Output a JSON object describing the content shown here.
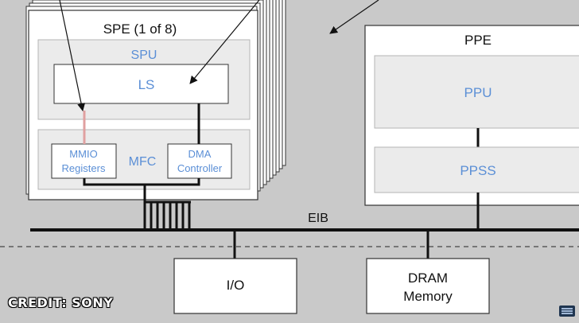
{
  "spe": {
    "title": "SPE (1 of 8)"
  },
  "spu": {
    "label": "SPU",
    "ls_label": "LS"
  },
  "mfc": {
    "label": "MFC",
    "mmio_line1": "MMIO",
    "mmio_line2": "Registers",
    "dma_line1": "DMA",
    "dma_line2": "Controller"
  },
  "ppe": {
    "title": "PPE",
    "ppu_label": "PPU",
    "ppss_label": "PPSS"
  },
  "bus": {
    "label": "EIB"
  },
  "io": {
    "label": "I/O"
  },
  "dram": {
    "line1": "DRAM",
    "line2": "Memory"
  },
  "credit": {
    "text": "CREDIT: SONY"
  },
  "colors": {
    "background": "#c9c9c9",
    "box_fill": "#ffffff",
    "inner_fill": "#ebebeb",
    "blue_text": "#5b8fd6",
    "mmio_link": "#e0a0a0"
  },
  "icons": {
    "watermark": "channel-logo-icon"
  }
}
